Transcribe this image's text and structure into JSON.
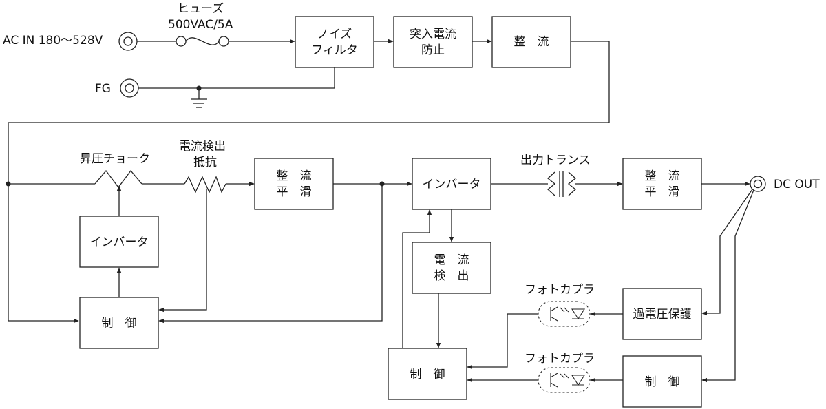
{
  "labels": {
    "ac_in": "AC IN 180～528V",
    "fuse_title": "ヒューズ",
    "fuse_rating": "500VAC/5A",
    "fg": "FG",
    "dc_out": "DC OUT",
    "boost_choke": "昇圧チョーク",
    "current_sense_resistor_1": "電流検出",
    "current_sense_resistor_2": "抵抗",
    "output_transformer": "出力トランス",
    "photocoupler_1": "フォトカプラ",
    "photocoupler_2": "フォトカプラ"
  },
  "blocks": {
    "noise_filter": [
      "ノイズ",
      "フィルタ"
    ],
    "inrush_prevention": [
      "突入電流",
      "防止"
    ],
    "rectifier": [
      "整　流"
    ],
    "rectify_smooth_1": [
      "整　流",
      "平　滑"
    ],
    "inverter_main": [
      "インバータ"
    ],
    "rectify_smooth_2": [
      "整　流",
      "平　滑"
    ],
    "inverter_pfc": [
      "インバータ"
    ],
    "control_pfc": [
      "制　御"
    ],
    "current_detect": [
      "電　流",
      "検　出"
    ],
    "overvoltage_protection": [
      "過電圧保護"
    ],
    "control_main": [
      "制　御"
    ],
    "control_output": [
      "制　御"
    ]
  }
}
